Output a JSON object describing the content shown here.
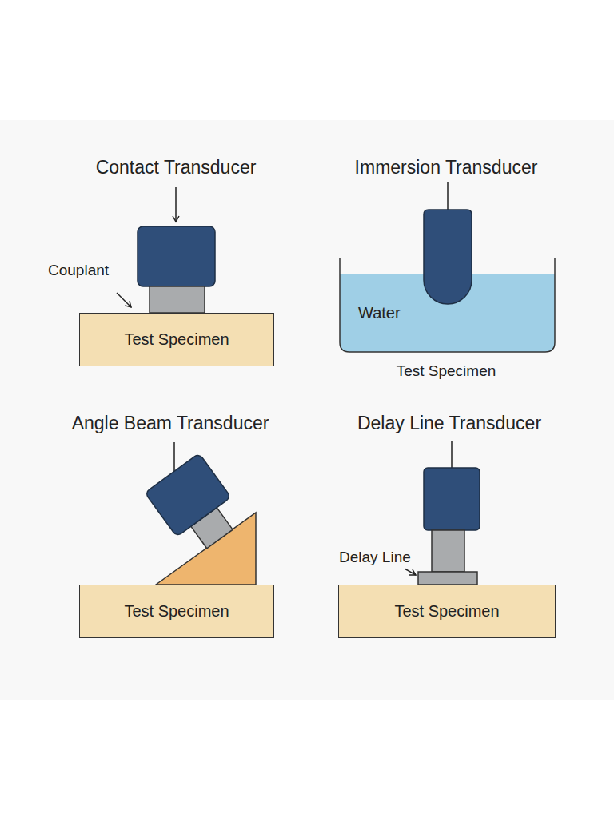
{
  "diagram": {
    "nodes": [
      {
        "text": [
          "Test Specimen"
        ]
      },
      {
        "text": [
          "Water"
        ]
      },
      {
        "text": [
          "Test Specimen"
        ]
      },
      {
        "text": [
          "Test Specimen"
        ]
      }
    ],
    "labels": [
      "Contact Transducer",
      "Couplant",
      "Immersion Transducer",
      "Test Specimen",
      "Angle Beam Transducer",
      "Delay Line Transducer",
      "Delay Line"
    ]
  }
}
